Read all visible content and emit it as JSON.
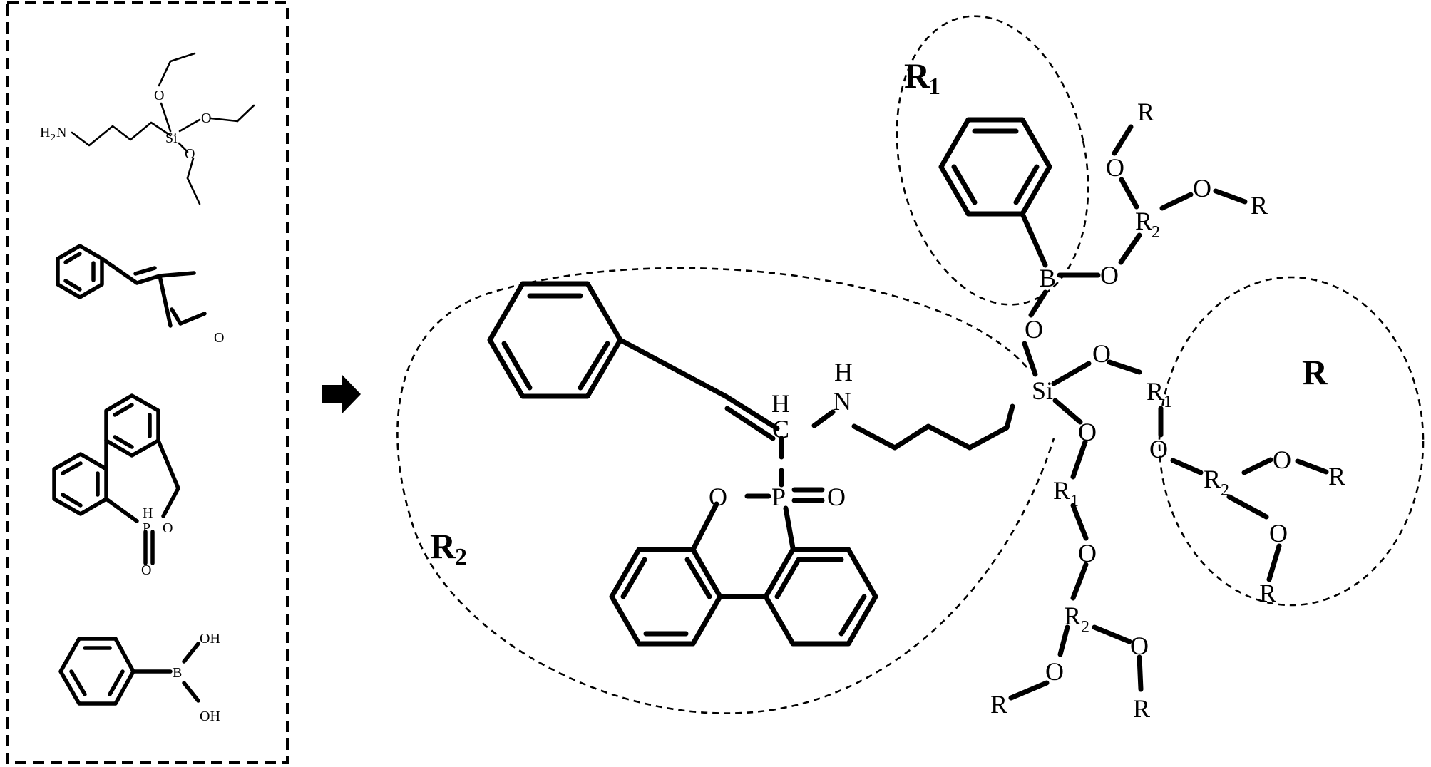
{
  "reactants": {
    "aptes": {
      "h2n": "H",
      "h2n_sub": "2",
      "h2n_n": "N",
      "si": "Si",
      "o": "O"
    },
    "enone": {
      "o": "O"
    },
    "dopo": {
      "h": "H",
      "p": "P",
      "o": "O"
    },
    "boronic": {
      "b": "B",
      "oh": "OH"
    }
  },
  "product": {
    "labels": {
      "r1_main": "R",
      "r1_sub": "1",
      "r2_main": "R",
      "r2_sub": "2",
      "r": "R"
    },
    "atoms": {
      "b": "B",
      "o": "O",
      "si": "Si",
      "n": "N",
      "h": "H",
      "c": "C",
      "p": "P",
      "r": "R",
      "sub1": "1",
      "sub2": "2"
    }
  }
}
